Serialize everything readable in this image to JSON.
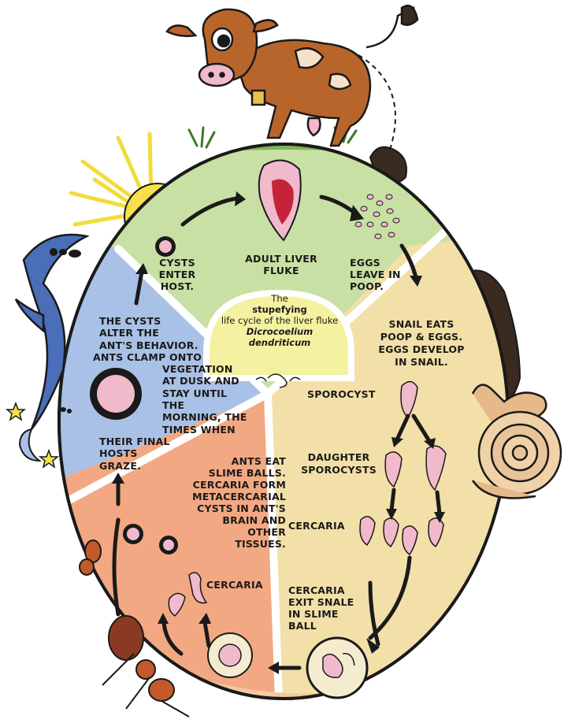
{
  "diagram": {
    "center": {
      "line1": "The",
      "line2": "stupefying",
      "line3": "life cycle of",
      "line4": "the liver fluke",
      "species_line1": "Dicrocoelium",
      "species_line2": "dendriticum"
    },
    "stage_top": {
      "cysts_enter_host": [
        "CYSTS",
        "ENTER",
        "HOST."
      ],
      "adult_liver_fluke": [
        "ADULT LIVER",
        "FLUKE"
      ],
      "eggs_leave": [
        "EGGS",
        "LEAVE IN",
        "POOP."
      ]
    },
    "stage_right": {
      "snail_eats": [
        "SNAIL EATS",
        "POOP & EGGS.",
        "EGGS DEVELOP",
        "IN SNAIL."
      ],
      "sporocyst": "SPOROCYST",
      "daughter_sporocysts": [
        "DAUGHTER",
        "SPOROCYSTS"
      ],
      "cercaria": "CERCARIA",
      "cercaria_exit": [
        "CERCARIA",
        "EXIT SNALE",
        "IN SLIME",
        "BALL"
      ]
    },
    "stage_bottom_left": {
      "ants_eat": [
        "ANTS EAT",
        "SLIME BALLS.",
        "CERCARIA FORM",
        "METACERCARIAL",
        "CYSTS IN ANT'S",
        "BRAIN AND",
        "OTHER",
        "TISSUES."
      ],
      "cercaria": "CERCARIA"
    },
    "stage_left": {
      "cysts_alter": [
        "THE CYSTS",
        "ALTER THE",
        "ANT'S BEHAVIOR.",
        "ANTS CLAMP ONTO",
        "VEGETATION",
        "AT DUSK AND",
        "STAY UNTIL THE",
        "MORNING, THE",
        "TIMES WHEN",
        "THEIR FINAL",
        "HOSTS",
        "GRAZE."
      ]
    },
    "colors": {
      "green_section": "#c9e0a4",
      "green_rim": "#7fb45a",
      "blue_section": "#a9c1e6",
      "peach_section": "#f2a882",
      "tan_section": "#f3dfa8",
      "center_yellow": "#f4f1a0",
      "pink_worm": "#f1b9cc",
      "cow_brown": "#b8652c",
      "divider": "#ffffff",
      "outline": "#1a1a1a"
    },
    "icons": [
      "cow-icon",
      "sun-icon",
      "grass-icon",
      "snail-icon",
      "ant-icon",
      "moon-icon",
      "star-icon",
      "poop-icon"
    ]
  }
}
